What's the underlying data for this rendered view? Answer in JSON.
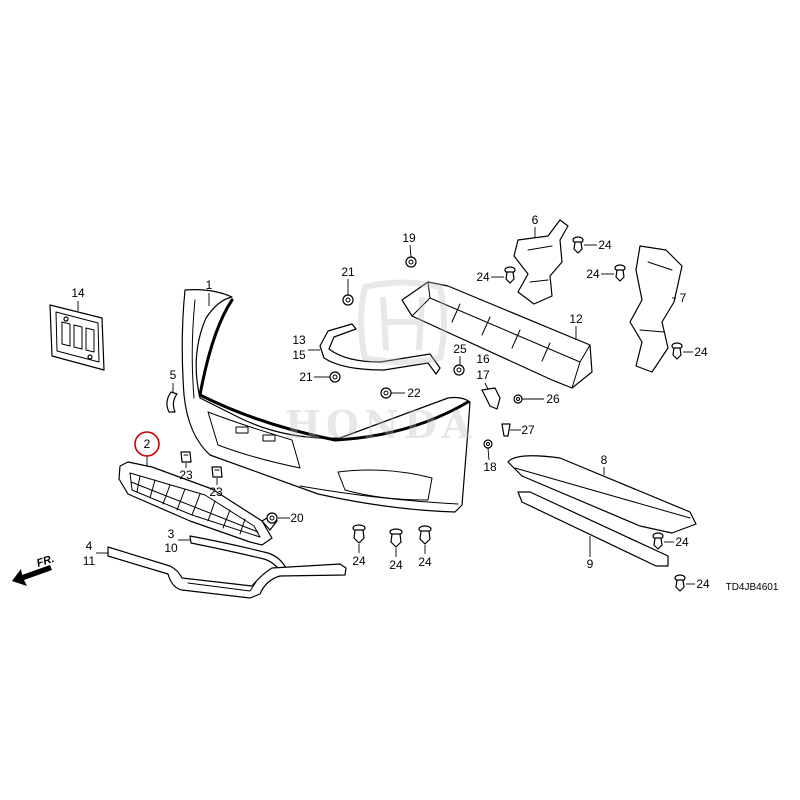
{
  "diagram": {
    "watermark": "HONDA",
    "front_label": "FR.",
    "code": "TD4JB4601",
    "highlight_color": "#cc0000",
    "callouts": [
      "14",
      "1",
      "5",
      "2",
      "23",
      "23",
      "20",
      "3",
      "10",
      "4",
      "11",
      "24",
      "24",
      "24",
      "13",
      "15",
      "21",
      "21",
      "22",
      "19",
      "25",
      "16",
      "17",
      "26",
      "27",
      "18",
      "6",
      "24",
      "24",
      "24",
      "12",
      "7",
      "24",
      "8",
      "24",
      "9",
      "24"
    ]
  }
}
